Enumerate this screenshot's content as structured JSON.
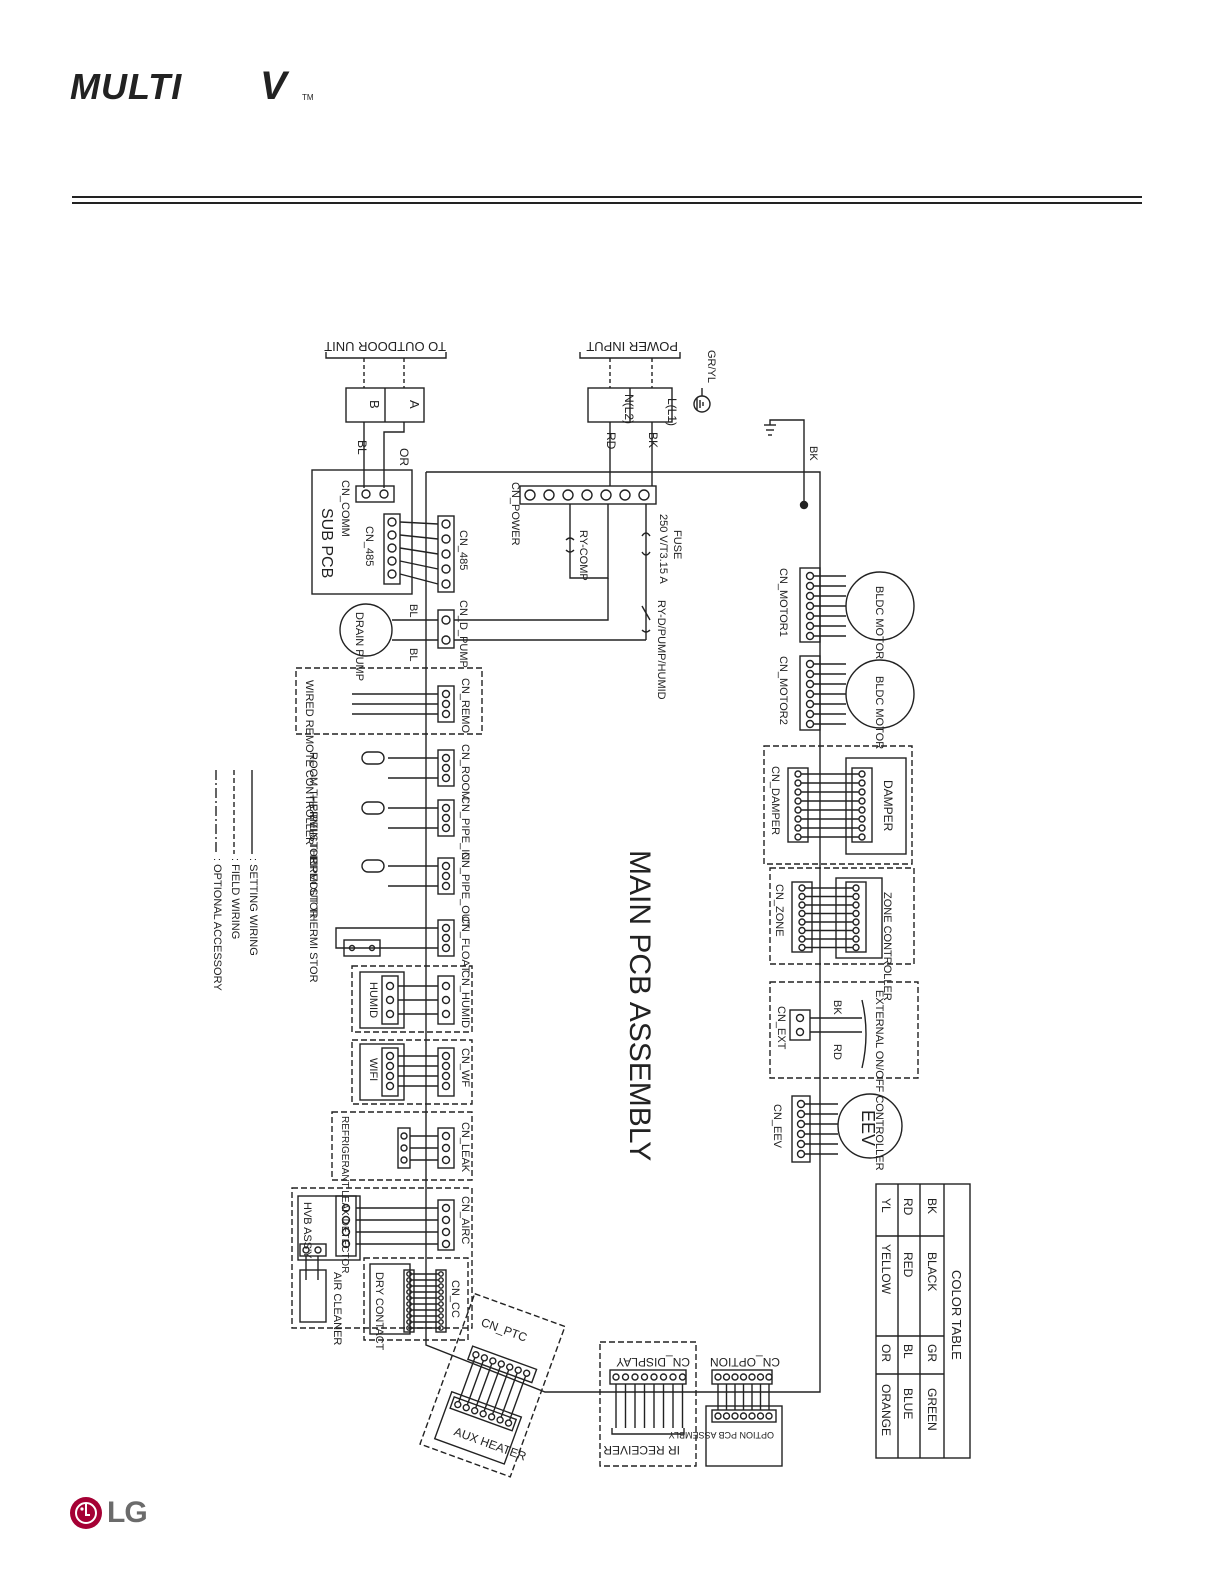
{
  "brand": {
    "multi": "MULTI",
    "v": "V",
    "tm": "TM",
    "lg": "LG"
  },
  "colors": {
    "lg_red": "#a50034",
    "ink": "#222222"
  },
  "labels": {
    "to_outdoor_unit": "TO  OUTDOOR UNIT",
    "power_input": "POWER INPUT",
    "gr_yl": "GR/YL",
    "term_a": "A",
    "term_b": "B",
    "term_l1": "L(L1)",
    "term_n": "N(L2)",
    "bl": "BL",
    "or": "OR",
    "rd": "RD",
    "bk": "BK",
    "sub_pcb": "SUB PCB",
    "cn_comm": "CN_COMM",
    "cn_485_sub": "CN_485",
    "cn_485": "CN_485",
    "cn_power": "CN_POWER",
    "ry_comp": "RY-COMP",
    "fuse": "FUSE",
    "fuse_rating": "250 V/T3.15 A",
    "ry_pump": "RY-D/PUMP/HUMID",
    "cn_d_pump": "CN_D_PUMP",
    "drain_pump": "DRAIN PUMP",
    "cn_remo": "CN_REMO",
    "wired_remote": "WIRED REMOTE CONTROLLER",
    "cn_room": "CN_ROOM",
    "room_therm": "ROOM THERMI STOR",
    "cn_pipe_in": "CN_PIPE_IN",
    "pipein_therm": "PIPEIN THERMI STOR",
    "cn_pipe_out": "CN_PIPE_OUT",
    "pipeout_therm": "PIPEOUT THERMI STOR",
    "cn_float": "CN_FLOAT",
    "cn_humid": "CN_HUMID",
    "humid": "HUMID",
    "cn_wf": "CN_WF",
    "wifi": "WIFI",
    "cn_leak": "CN_LEAK",
    "refrigerant_leak": "REFRIGERANT LEAK DETECTOR",
    "cn_airc": "CN_AIRC",
    "hvb": "HVB ASS'Y",
    "air_cleaner": "AIR CLEANER",
    "cn_cc": "CN_CC",
    "dry_contact": "DRY CONTACT",
    "cn_ptc": "CN_PTC",
    "aux_heater": "AUX HEATER",
    "cn_display": "CN_DISPLAY",
    "ir_receiver": "IR RECEIVER",
    "cn_option": "CN_OPTION",
    "option_pcb": "OPTION PCB ASSEMBLY",
    "main_pcb": "MAIN PCB ASSEMBLY",
    "bldc_motor": "BLDC MOTOR",
    "cn_motor1": "CN_MOTOR1",
    "cn_motor2": "CN_MOTOR2",
    "damper": "DAMPER",
    "cn_damper": "CN_DAMPER",
    "zone_controller": "ZONE CONTROLLER",
    "cn_zone": "CN_ZONE",
    "ext_controller": "EXTERNAL ON/OFF CONTROLLER",
    "cn_ext": "CN_EXT",
    "eev": "EEV",
    "cn_eev": "CN_EEV"
  },
  "legend": {
    "setting": ": SETTING WIRING",
    "field": ": FIELD WIRING",
    "optional": ": OPTIONAL ACCESSORY"
  },
  "color_table": {
    "title": "COLOR TABLE",
    "rows": [
      {
        "c1": "BK",
        "n1": "BLACK",
        "c2": "GR",
        "n2": "GREEN"
      },
      {
        "c1": "RD",
        "n1": "RED",
        "c2": "BL",
        "n2": "BLUE"
      },
      {
        "c1": "YL",
        "n1": "YELLOW",
        "c2": "OR",
        "n2": "ORANGE"
      }
    ]
  }
}
